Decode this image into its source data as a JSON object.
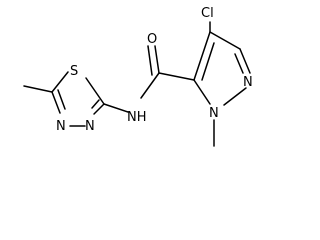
{
  "molecule": {
    "atoms": {
      "chlorine": "Cl",
      "carbonyl_oxygen": "O",
      "pyrazole_n_top": "N",
      "pyrazole_n_methyl": "N",
      "amide_nh": "NH",
      "thiadiazole_sulfur": "S",
      "thiadiazole_n_left": "N",
      "thiadiazole_n_right": "N"
    }
  },
  "colors": {
    "background": "#ffffff",
    "bond": "#000000",
    "label": "#000000"
  }
}
